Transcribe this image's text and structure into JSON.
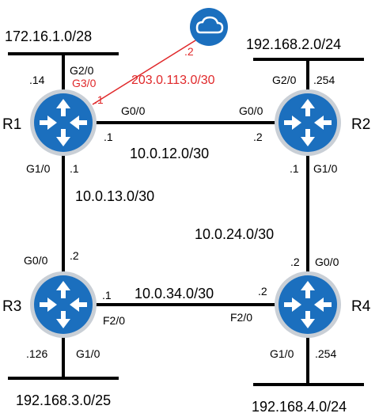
{
  "colors": {
    "router_fill": "#1b6fbe",
    "router_ring": "#c9cfd6",
    "router_arrow": "#ffffff",
    "link": "#000000",
    "internet_link": "#e0282a",
    "cloud": "#1b6fbe"
  },
  "routers": {
    "r1": {
      "name": "R1",
      "icon": "router-icon"
    },
    "r2": {
      "name": "R2",
      "icon": "router-icon"
    },
    "r3": {
      "name": "R3",
      "icon": "router-icon"
    },
    "r4": {
      "name": "R4",
      "icon": "router-icon"
    }
  },
  "internet": {
    "icon": "cloud-icon",
    "addr": ".2"
  },
  "lans": {
    "r1": {
      "subnet": "172.16.1.0/28",
      "iface": "G2/0",
      "addr": ".14"
    },
    "r2": {
      "subnet": "192.168.2.0/24",
      "iface": "G2/0",
      "addr": ".254"
    },
    "r3": {
      "subnet": "192.168.3.0/25",
      "iface": "G1/0",
      "addr": ".126"
    },
    "r4": {
      "subnet": "192.168.4.0/24",
      "iface": "G1/0",
      "addr": ".254"
    }
  },
  "links": {
    "r1_internet": {
      "subnet": "203.0.113.0/30",
      "r1_iface": "G3/0",
      "r1_addr": ".1"
    },
    "r1_r2": {
      "subnet": "10.0.12.0/30",
      "r1_iface": "G0/0",
      "r1_addr": ".1",
      "r2_iface": "G0/0",
      "r2_addr": ".2"
    },
    "r1_r3": {
      "subnet": "10.0.13.0/30",
      "r1_iface": "G1/0",
      "r1_addr": ".1",
      "r3_iface": "G0/0",
      "r3_addr": ".2"
    },
    "r2_r4": {
      "subnet": "10.0.24.0/30",
      "r2_iface": "G1/0",
      "r2_addr": ".1",
      "r4_iface": "G0/0",
      "r4_addr": ".2"
    },
    "r3_r4": {
      "subnet": "10.0.34.0/30",
      "r3_iface": "F2/0",
      "r3_addr": ".1",
      "r4_iface": "F2/0",
      "r4_addr": ".2"
    }
  }
}
